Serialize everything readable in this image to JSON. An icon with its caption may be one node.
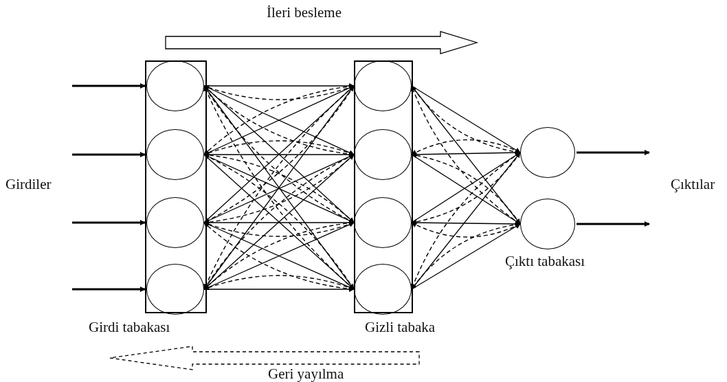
{
  "diagram": {
    "nodes": [
      {
        "text": [
          "Girdi tabakası"
        ]
      },
      {
        "text": [],
        "shape": "circle",
        "in": 0
      },
      {
        "text": [],
        "shape": "circle",
        "in": 0
      },
      {
        "text": [],
        "shape": "circle",
        "in": 0
      },
      {
        "text": [],
        "shape": "circle",
        "in": 0
      },
      {
        "text": [
          "Gizli tabaka"
        ]
      },
      {
        "text": [],
        "shape": "circle",
        "in": 5
      },
      {
        "text": [],
        "shape": "circle",
        "in": 5
      },
      {
        "text": [],
        "shape": "circle",
        "in": 5
      },
      {
        "text": [],
        "shape": "circle",
        "in": 5
      },
      {
        "text": [],
        "shape": "circle"
      },
      {
        "text": [],
        "shape": "circle"
      }
    ],
    "edges": [
      {
        "from": null,
        "to": 1,
        "arrow": "to",
        "style": "thick"
      },
      {
        "from": null,
        "to": 2,
        "arrow": "to",
        "style": "thick"
      },
      {
        "from": null,
        "to": 3,
        "arrow": "to",
        "style": "thick"
      },
      {
        "from": null,
        "to": 4,
        "arrow": "to",
        "style": "thick"
      },
      {
        "from": 1,
        "to": 6,
        "arrow": "to"
      },
      {
        "from": 1,
        "to": 7,
        "arrow": "to"
      },
      {
        "from": 1,
        "to": 8,
        "arrow": "to"
      },
      {
        "from": 1,
        "to": 9,
        "arrow": "to"
      },
      {
        "from": 2,
        "to": 6,
        "arrow": "to"
      },
      {
        "from": 2,
        "to": 7,
        "arrow": "to"
      },
      {
        "from": 2,
        "to": 8,
        "arrow": "to"
      },
      {
        "from": 2,
        "to": 9,
        "arrow": "to"
      },
      {
        "from": 3,
        "to": 6,
        "arrow": "to"
      },
      {
        "from": 3,
        "to": 7,
        "arrow": "to"
      },
      {
        "from": 3,
        "to": 8,
        "arrow": "to"
      },
      {
        "from": 3,
        "to": 9,
        "arrow": "to"
      },
      {
        "from": 4,
        "to": 6,
        "arrow": "to"
      },
      {
        "from": 4,
        "to": 7,
        "arrow": "to"
      },
      {
        "from": 4,
        "to": 8,
        "arrow": "to"
      },
      {
        "from": 4,
        "to": 9,
        "arrow": "to"
      },
      {
        "from": 6,
        "to": 1,
        "arrow": "to",
        "style": "dashed"
      },
      {
        "from": 6,
        "to": 2,
        "arrow": "to",
        "style": "dashed"
      },
      {
        "from": 6,
        "to": 3,
        "arrow": "to",
        "style": "dashed"
      },
      {
        "from": 6,
        "to": 4,
        "arrow": "to",
        "style": "dashed"
      },
      {
        "from": 7,
        "to": 1,
        "arrow": "to",
        "style": "dashed"
      },
      {
        "from": 7,
        "to": 2,
        "arrow": "to",
        "style": "dashed"
      },
      {
        "from": 7,
        "to": 3,
        "arrow": "to",
        "style": "dashed"
      },
      {
        "from": 7,
        "to": 4,
        "arrow": "to",
        "style": "dashed"
      },
      {
        "from": 8,
        "to": 1,
        "arrow": "to",
        "style": "dashed"
      },
      {
        "from": 8,
        "to": 2,
        "arrow": "to",
        "style": "dashed"
      },
      {
        "from": 8,
        "to": 3,
        "arrow": "to",
        "style": "dashed"
      },
      {
        "from": 8,
        "to": 4,
        "arrow": "to",
        "style": "dashed"
      },
      {
        "from": 9,
        "to": 1,
        "arrow": "to",
        "style": "dashed"
      },
      {
        "from": 9,
        "to": 2,
        "arrow": "to",
        "style": "dashed"
      },
      {
        "from": 9,
        "to": 3,
        "arrow": "to",
        "style": "dashed"
      },
      {
        "from": 9,
        "to": 4,
        "arrow": "to",
        "style": "dashed"
      },
      {
        "from": 6,
        "to": 10,
        "arrow": "to"
      },
      {
        "from": 6,
        "to": 11,
        "arrow": "to"
      },
      {
        "from": 7,
        "to": 10,
        "arrow": "to"
      },
      {
        "from": 7,
        "to": 11,
        "arrow": "to"
      },
      {
        "from": 8,
        "to": 10,
        "arrow": "to"
      },
      {
        "from": 8,
        "to": 11,
        "arrow": "to"
      },
      {
        "from": 9,
        "to": 10,
        "arrow": "to"
      },
      {
        "from": 9,
        "to": 11,
        "arrow": "to"
      },
      {
        "from": 10,
        "to": 6,
        "arrow": "to",
        "style": "dashed"
      },
      {
        "from": 10,
        "to": 7,
        "arrow": "to",
        "style": "dashed"
      },
      {
        "from": 10,
        "to": 8,
        "arrow": "to",
        "style": "dashed"
      },
      {
        "from": 10,
        "to": 9,
        "arrow": "to",
        "style": "dashed"
      },
      {
        "from": 11,
        "to": 6,
        "arrow": "to",
        "style": "dashed"
      },
      {
        "from": 11,
        "to": 7,
        "arrow": "to",
        "style": "dashed"
      },
      {
        "from": 11,
        "to": 8,
        "arrow": "to",
        "style": "dashed"
      },
      {
        "from": 11,
        "to": 9,
        "arrow": "to",
        "style": "dashed"
      },
      {
        "from": 10,
        "to": null,
        "arrow": "to",
        "style": "thick"
      },
      {
        "from": 11,
        "to": null,
        "arrow": "to",
        "style": "thick"
      }
    ],
    "labels": [
      "İleri besleme",
      "Girdiler",
      "Çıktılar",
      "Çıktı tabakası",
      "Geri yayılma"
    ]
  }
}
